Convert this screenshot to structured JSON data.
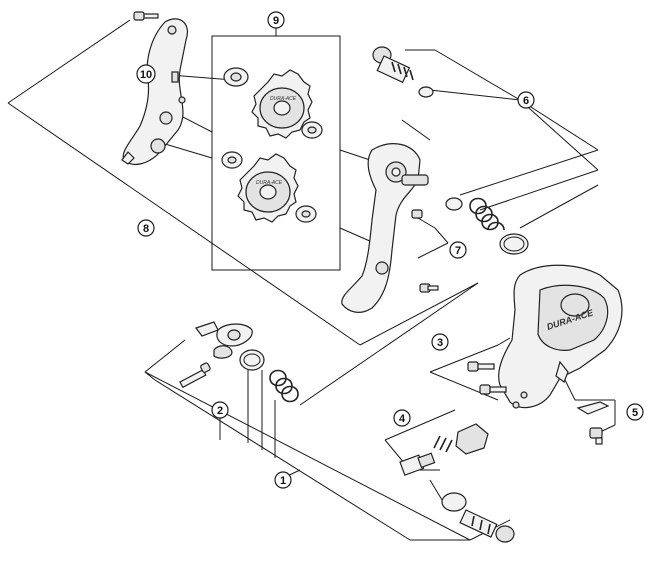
{
  "callouts": [
    {
      "id": "1",
      "label": "1"
    },
    {
      "id": "2",
      "label": "2"
    },
    {
      "id": "3",
      "label": "3"
    },
    {
      "id": "4",
      "label": "4"
    },
    {
      "id": "5",
      "label": "5"
    },
    {
      "id": "6",
      "label": "6"
    },
    {
      "id": "7",
      "label": "7"
    },
    {
      "id": "8",
      "label": "8"
    },
    {
      "id": "9",
      "label": "9"
    },
    {
      "id": "10",
      "label": "10"
    }
  ],
  "brand_text": "DURA-ACE",
  "pulley_brand_text": "DURA-ACE"
}
